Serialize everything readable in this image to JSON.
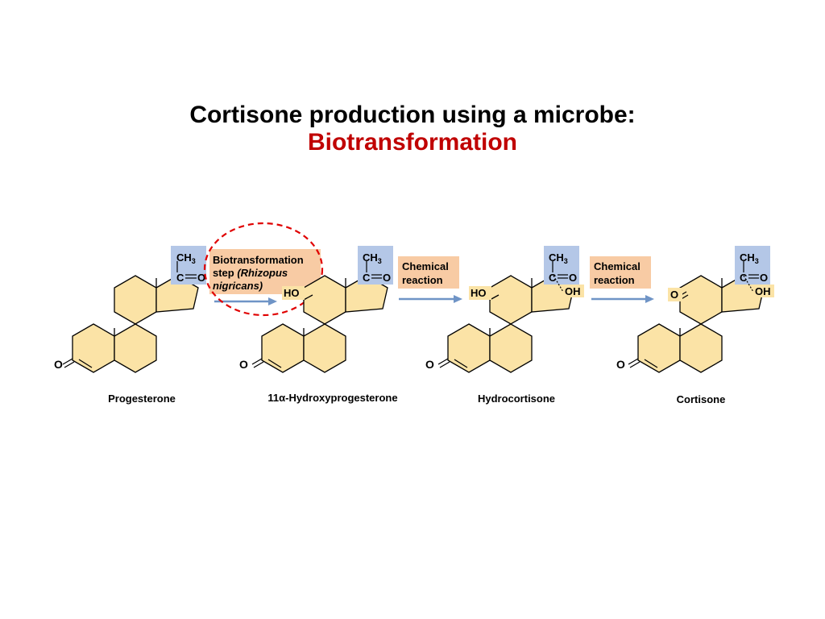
{
  "slide": {
    "title_line1": "Cortisone production using a microbe:",
    "title_line2": "Biotransformation"
  },
  "groups": {
    "ch3": "CH",
    "sub3": "3",
    "c": "C",
    "o": "O",
    "ho": "HO",
    "oh": "OH"
  },
  "steps": [
    {
      "line1": "Biotransformation",
      "line2_prefix": "step ",
      "line2_italic": "(Rhizopus",
      "line3_italic": "nigricans)"
    },
    {
      "line1": "Chemical",
      "line2": "reaction"
    },
    {
      "line1": "Chemical",
      "line2": "reaction"
    }
  ],
  "compounds": [
    {
      "name": "Progesterone"
    },
    {
      "name": "11α-Hydroxyprogesterone"
    },
    {
      "name": "Hydrocortisone"
    },
    {
      "name": "Cortisone"
    }
  ],
  "colors": {
    "title_black": "#000000",
    "title_red": "#c00000",
    "ring_fill": "#fbe3a6",
    "group_box": "#b4c7e7",
    "step_box": "#f8cba4",
    "highlight": "#fbe3a6",
    "arrow": "#6f94c6",
    "circle": "#e00000"
  }
}
